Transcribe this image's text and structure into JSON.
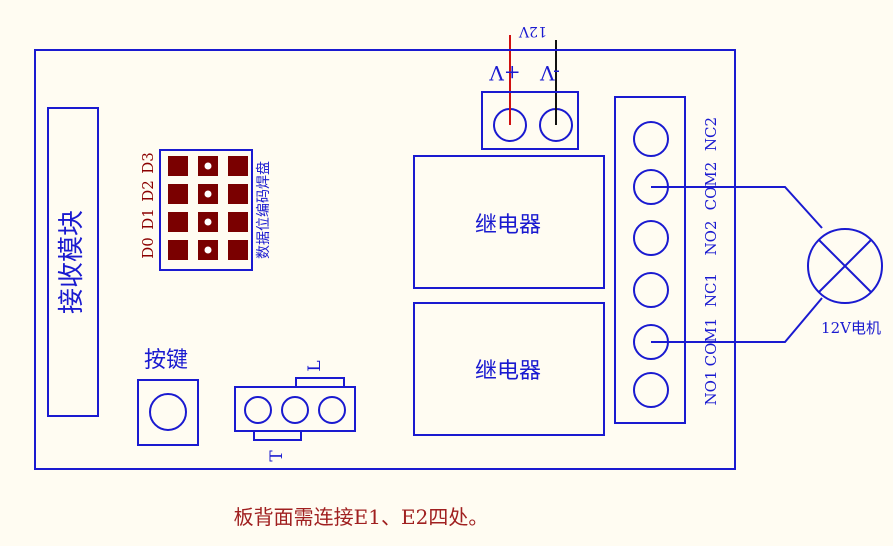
{
  "power": {
    "voltage": "12V",
    "plus_label": "+V",
    "minus_label": "-V"
  },
  "modules": {
    "receiver": "接收模块",
    "relay_top": "继电器",
    "relay_bottom": "继电器",
    "button": "按键",
    "jumper_left": "T",
    "jumper_right": "L"
  },
  "data_bits": {
    "labels": [
      "D0",
      "D1",
      "D2",
      "D3"
    ],
    "pad_title": "数据位编码焊盘"
  },
  "terminals": [
    "NO1",
    "COM1",
    "NC1",
    "NO2",
    "COM2",
    "NC2"
  ],
  "motor_label": "12V电机",
  "note": "板背面需连接E1、E2四处。",
  "colors": {
    "board": "#1a1ad0",
    "pad": "#7a0000",
    "note": "#a02020",
    "wire_pos": "#d01010",
    "wire": "#111111"
  }
}
